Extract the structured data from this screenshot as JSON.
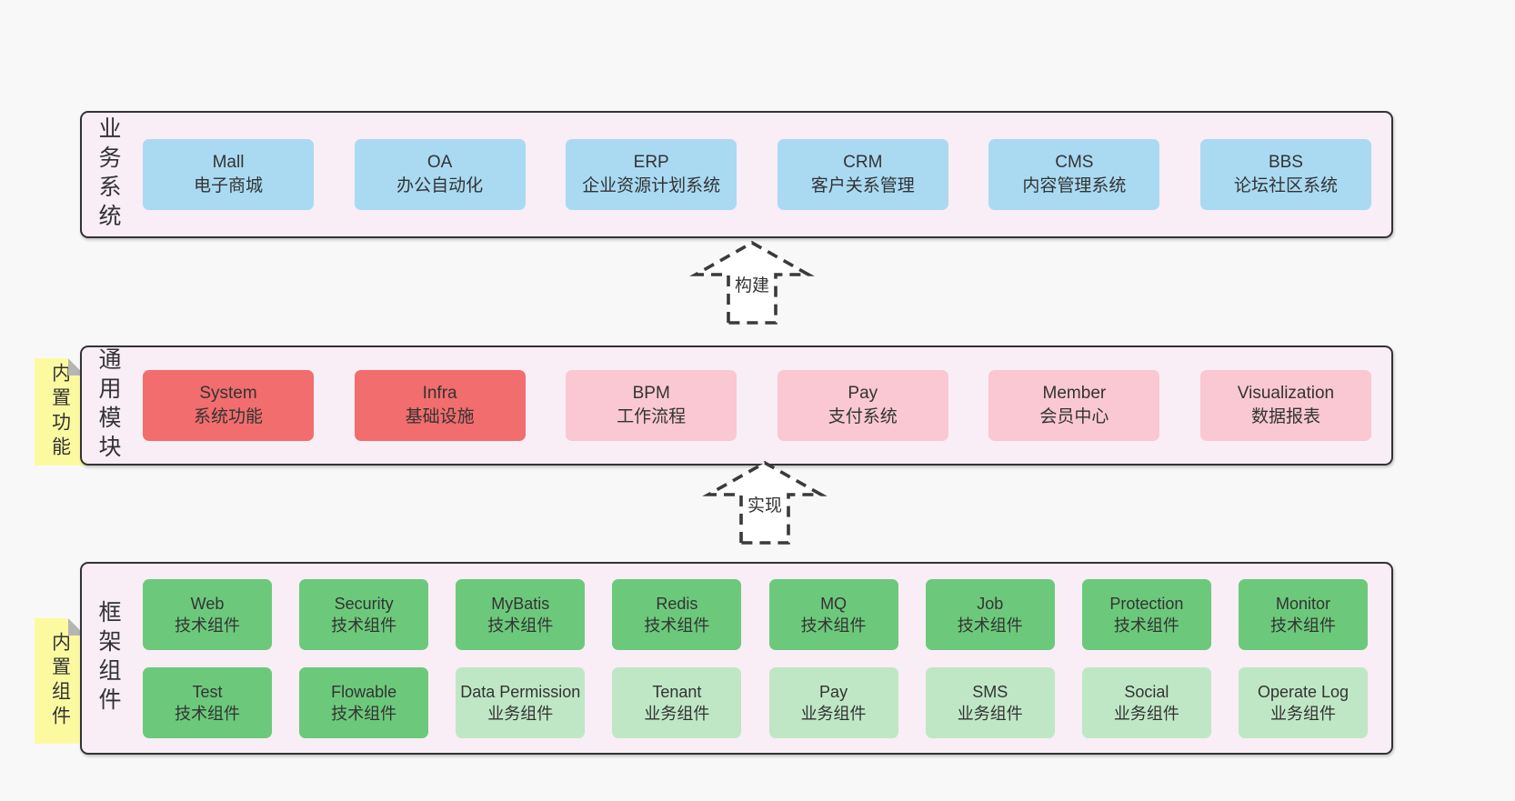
{
  "page": {
    "background": "#f8f8f8"
  },
  "colors": {
    "panel_bg": "#f9edf6",
    "panel_border": "#333333",
    "box_blue": "#a9daf2",
    "box_red": "#f26d6d",
    "box_pink": "#f9c8d2",
    "box_green": "#6cc97b",
    "box_lightgreen": "#bfe7c6",
    "note_yellow": "#fcfaa0",
    "text": "#333333"
  },
  "business": {
    "label": "业务系统",
    "items": [
      {
        "name": "Mall",
        "desc": "电子商城",
        "type": "blue"
      },
      {
        "name": "OA",
        "desc": "办公自动化",
        "type": "blue"
      },
      {
        "name": "ERP",
        "desc": "企业资源计划系统",
        "type": "blue"
      },
      {
        "name": "CRM",
        "desc": "客户关系管理",
        "type": "blue"
      },
      {
        "name": "CMS",
        "desc": "内容管理系统",
        "type": "blue"
      },
      {
        "name": "BBS",
        "desc": "论坛社区系统",
        "type": "blue"
      }
    ]
  },
  "arrows": {
    "build": "构建",
    "implement": "实现"
  },
  "modules": {
    "label": "通用模块",
    "note": "内置功能",
    "items": [
      {
        "name": "System",
        "desc": "系统功能",
        "type": "red"
      },
      {
        "name": "Infra",
        "desc": "基础设施",
        "type": "red"
      },
      {
        "name": "BPM",
        "desc": "工作流程",
        "type": "pink"
      },
      {
        "name": "Pay",
        "desc": "支付系统",
        "type": "pink"
      },
      {
        "name": "Member",
        "desc": "会员中心",
        "type": "pink"
      },
      {
        "name": "Visualization",
        "desc": "数据报表",
        "type": "pink"
      }
    ]
  },
  "components": {
    "label": "框架组件",
    "note": "内置组件",
    "row1": [
      {
        "name": "Web",
        "desc": "技术组件",
        "type": "green"
      },
      {
        "name": "Security",
        "desc": "技术组件",
        "type": "green"
      },
      {
        "name": "MyBatis",
        "desc": "技术组件",
        "type": "green"
      },
      {
        "name": "Redis",
        "desc": "技术组件",
        "type": "green"
      },
      {
        "name": "MQ",
        "desc": "技术组件",
        "type": "green"
      },
      {
        "name": "Job",
        "desc": "技术组件",
        "type": "green"
      },
      {
        "name": "Protection",
        "desc": "技术组件",
        "type": "green"
      },
      {
        "name": "Monitor",
        "desc": "技术组件",
        "type": "green"
      }
    ],
    "row2": [
      {
        "name": "Test",
        "desc": "技术组件",
        "type": "green"
      },
      {
        "name": "Flowable",
        "desc": "技术组件",
        "type": "green"
      },
      {
        "name": "Data Permission",
        "desc": "业务组件",
        "type": "lightgreen"
      },
      {
        "name": "Tenant",
        "desc": "业务组件",
        "type": "lightgreen"
      },
      {
        "name": "Pay",
        "desc": "业务组件",
        "type": "lightgreen"
      },
      {
        "name": "SMS",
        "desc": "业务组件",
        "type": "lightgreen"
      },
      {
        "name": "Social",
        "desc": "业务组件",
        "type": "lightgreen"
      },
      {
        "name": "Operate Log",
        "desc": "业务组件",
        "type": "lightgreen"
      }
    ]
  }
}
